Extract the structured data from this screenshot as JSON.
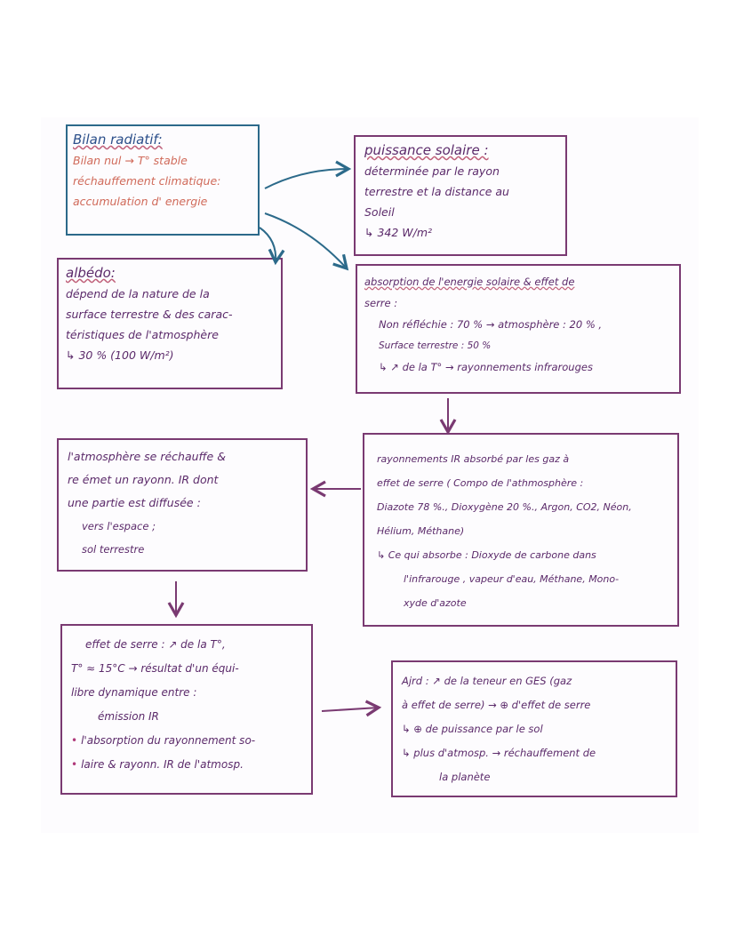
{
  "boxes": {
    "bilan": {
      "title": "Bilan radiatif:",
      "lines": [
        "Bilan nul → T° stable",
        "réchauffement climatique:",
        "accumulation d' energie"
      ]
    },
    "puissance": {
      "title": "puissance solaire :",
      "lines": [
        "déterminée par le rayon",
        "terrestre et la distance au",
        "Soleil",
        "↳ 342 W/m²"
      ]
    },
    "albedo": {
      "title": "albédo:",
      "lines": [
        "dépend de la nature de la",
        "surface terrestre & des carac-",
        "téristiques de l'atmosphère",
        "↳ 30 %  (100 W/m²)"
      ]
    },
    "absorption": {
      "title": "absorption de l'energie solaire & effet de",
      "title2": "serre :",
      "lines": [
        "Non réfléchie : 70 % → atmosphère : 20 % ,",
        "Surface terrestre : 50 %",
        "↳ ↗ de la T° → rayonnements infrarouges"
      ]
    },
    "atmosphere": {
      "lines": [
        "l'atmosphère se réchauffe &",
        "re émet un rayonn. IR dont",
        "une partie est diffusée :",
        "vers l'espace ;",
        "sol terrestre"
      ]
    },
    "rayonnements": {
      "lines": [
        "rayonnements IR absorbé par les gaz à",
        "effet de serre ( Compo de l'athmosphère :",
        "Diazote 78 %., Dioxygène 20 %., Argon, CO2, Néon,",
        "Hélium, Méthane)",
        "↳ Ce qui absorbe : Dioxyde de carbone dans",
        "l'infrarouge , vapeur d'eau, Méthane, Mono-",
        "xyde d'azote"
      ]
    },
    "effet": {
      "lines": [
        "effet de serre : ↗ de la T°,",
        "T° ≈ 15°C → résultat d'un équi-",
        "libre dynamique entre :",
        "émission IR",
        "l'absorption du rayonnement so-",
        "laire & rayonn. IR de l'atmosp."
      ]
    },
    "ajrd": {
      "lines": [
        "Ajrd : ↗ de la teneur en GES (gaz",
        "à effet de serre) → ⊕ d'effet de serre",
        "↳ ⊕ de puissance par le sol",
        "↳ plus d'atmosp. → réchauffement de",
        "la planète"
      ]
    }
  },
  "colors": {
    "ink": "#5b2a6a",
    "border": "#7a3a72",
    "blue": "#2c6a8a",
    "red": "#d06a5a"
  }
}
